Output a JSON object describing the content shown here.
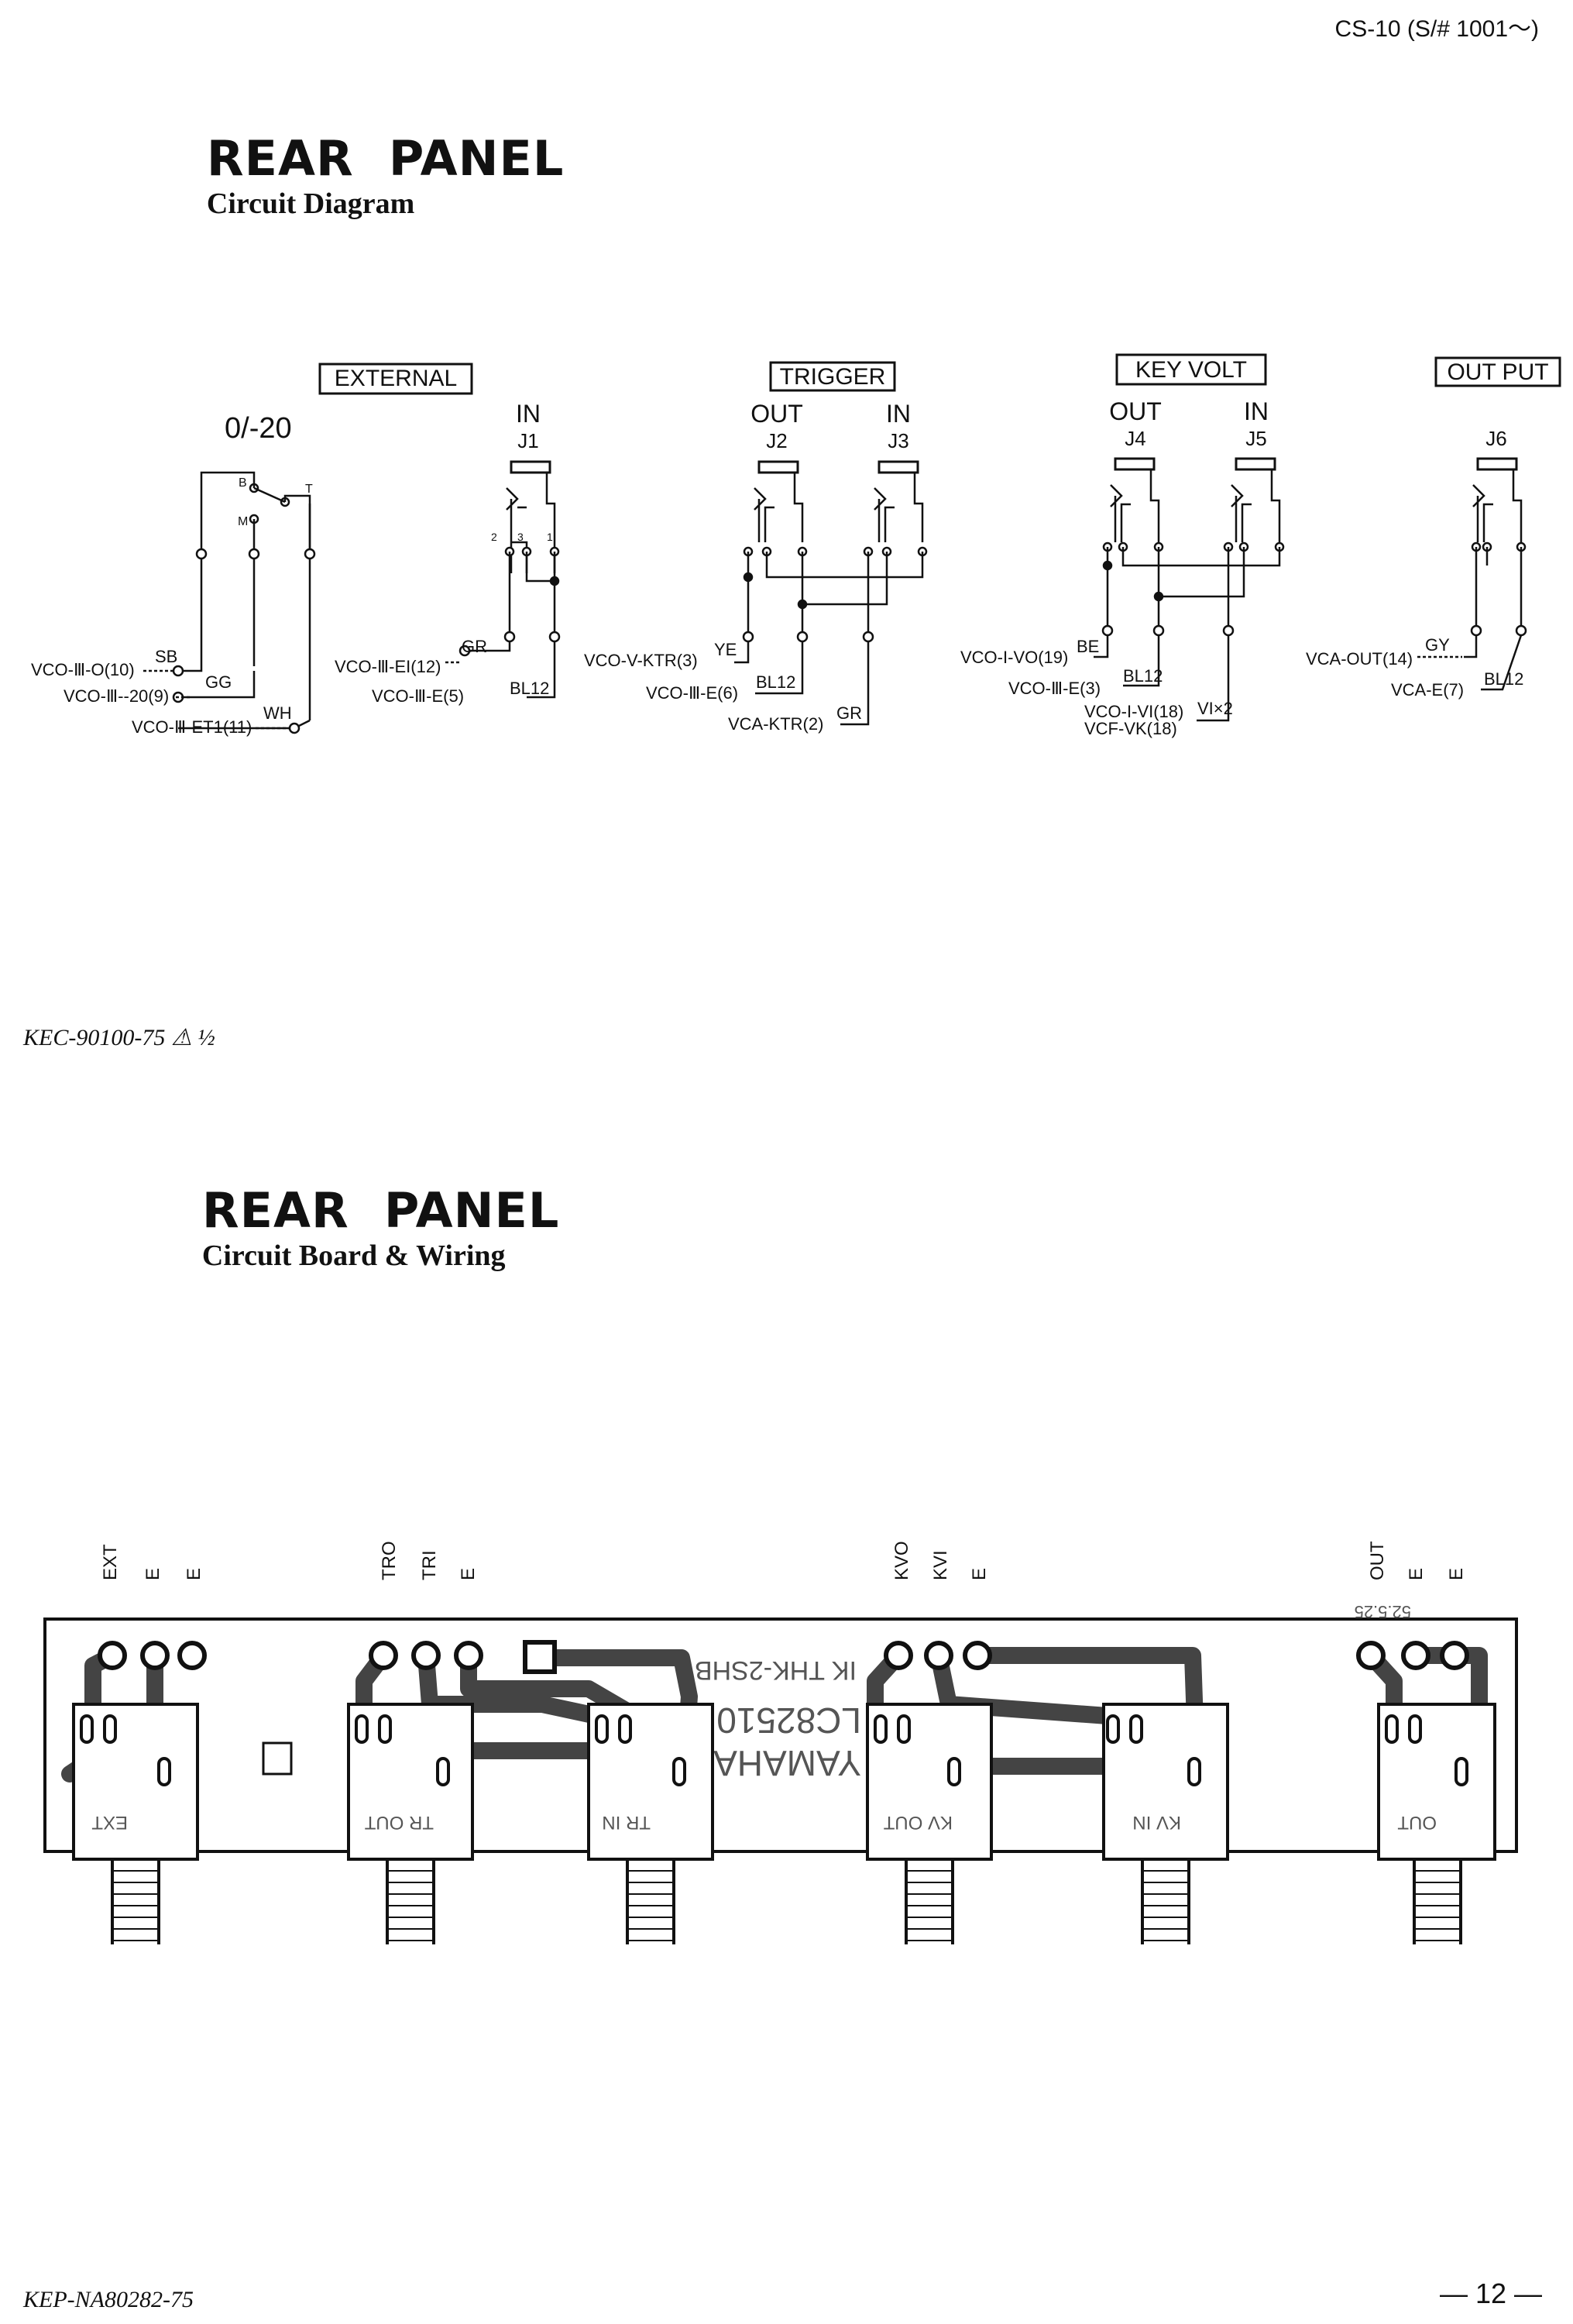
{
  "header": {
    "model": "CS-10 (S/# 1001～)"
  },
  "section1": {
    "title": "REAR  PANEL",
    "subtitle": "Circuit Diagram"
  },
  "section2": {
    "title": "REAR  PANEL",
    "subtitle": "Circuit Board & Wiring"
  },
  "refs": {
    "diagram_code": "KEC-90100-75 ⚠ ½",
    "board_code": "KEP-NA80282-75"
  },
  "page_number": "— 12 —",
  "diagram": {
    "external": {
      "box_label": "EXTERNAL",
      "switch_label": "0/-20",
      "switch_pins": [
        "B",
        "T",
        "M"
      ],
      "jack": {
        "label": "IN",
        "id": "J1"
      },
      "switch_wires": [
        {
          "signal": "VCO-Ⅲ-O(10)",
          "color": "SB"
        },
        {
          "signal": "VCO-Ⅲ--20(9)",
          "color": "GG"
        },
        {
          "signal": "VCO-Ⅲ-ET1(11)",
          "color": "WH"
        }
      ],
      "jack_wires": [
        {
          "signal": "VCO-Ⅲ-EI(12)",
          "color": "GR"
        },
        {
          "signal": "VCO-Ⅲ-E(5)",
          "color": "BL12"
        }
      ]
    },
    "trigger": {
      "box_label": "TRIGGER",
      "jacks": [
        {
          "label": "OUT",
          "id": "J2"
        },
        {
          "label": "IN",
          "id": "J3"
        }
      ],
      "wires": [
        {
          "signal": "VCO-V-KTR(3)",
          "color": "YE"
        },
        {
          "signal": "VCO-Ⅲ-E(6)",
          "color": "BL12"
        },
        {
          "signal": "VCA-KTR(2)",
          "color": "GR"
        }
      ]
    },
    "key_volt": {
      "box_label": "KEY VOLT",
      "jacks": [
        {
          "label": "OUT",
          "id": "J4"
        },
        {
          "label": "IN",
          "id": "J5"
        }
      ],
      "wires": [
        {
          "signal": "VCO-I-VO(19)",
          "color": "BE"
        },
        {
          "signal": "VCO-Ⅲ-E(3)",
          "color": "BL12"
        },
        {
          "signal": "VCO-I-VI(18)",
          "color": "VI×2"
        },
        {
          "signal": "VCF-VK(18)",
          "color": ""
        }
      ]
    },
    "output": {
      "box_label": "OUT PUT",
      "jack": {
        "id": "J6"
      },
      "wires": [
        {
          "signal": "VCA-OUT(14)",
          "color": "GY"
        },
        {
          "signal": "VCA-E(7)",
          "color": "BL12"
        }
      ]
    },
    "pin_numbers": [
      "2",
      "3",
      "1"
    ]
  },
  "board": {
    "pad_labels": {
      "ext": [
        "EXT",
        "E",
        "E"
      ],
      "trig": [
        "TRO",
        "TRI",
        "E"
      ],
      "kv": [
        "KVO",
        "KVI",
        "E"
      ],
      "out": [
        "OUT",
        "E",
        "E"
      ]
    },
    "silk_main": "LC82510",
    "silk_brand": "YAMAHA",
    "silk_part": "IK THK-2SHB",
    "silk_date": "52.5.25",
    "jack_labels": [
      "EXT",
      "TR OUT",
      "TR IN",
      "KV OUT",
      "KV IN",
      "OUT"
    ]
  },
  "colors": {
    "ink": "#111111",
    "paper": "#ffffff",
    "trace": "#444444"
  }
}
